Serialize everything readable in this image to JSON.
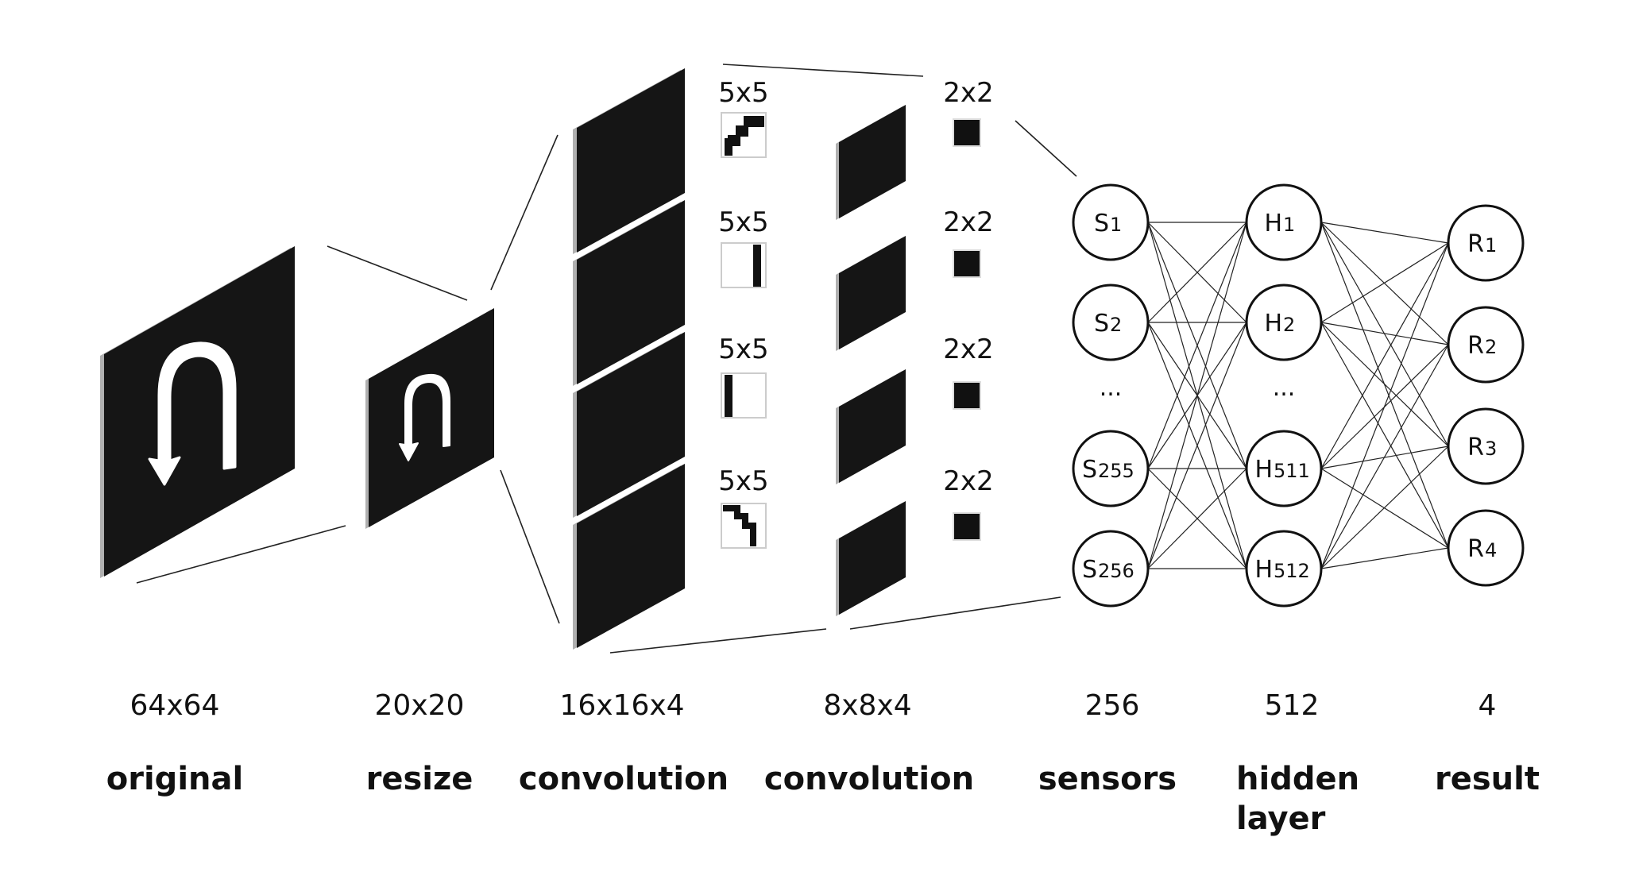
{
  "stages": [
    {
      "dims": "64x64",
      "caption": "original"
    },
    {
      "dims": "20x20",
      "caption": "resize"
    },
    {
      "dims": "16x16x4",
      "caption": "convolution"
    },
    {
      "dims": "8x8x4",
      "caption": "convolution"
    },
    {
      "dims": "256",
      "caption": "sensors"
    },
    {
      "dims": "512",
      "caption": "hidden",
      "caption_line2": "layer"
    },
    {
      "dims": "4",
      "caption": "result"
    }
  ],
  "filters": [
    {
      "label": "5x5",
      "pattern": "corner-step"
    },
    {
      "label": "5x5",
      "pattern": "vertical-right"
    },
    {
      "label": "5x5",
      "pattern": "vertical-left"
    },
    {
      "label": "5x5",
      "pattern": "diagonal-step"
    }
  ],
  "pools": [
    {
      "label": "2x2"
    },
    {
      "label": "2x2"
    },
    {
      "label": "2x2"
    },
    {
      "label": "2x2"
    }
  ],
  "sensors": {
    "nodes": [
      {
        "letter": "S",
        "sub": "1"
      },
      {
        "letter": "S",
        "sub": "2"
      },
      {
        "letter": "S",
        "sub": "255"
      },
      {
        "letter": "S",
        "sub": "256"
      }
    ],
    "ellipsis": "..."
  },
  "hidden": {
    "nodes": [
      {
        "letter": "H",
        "sub": "1"
      },
      {
        "letter": "H",
        "sub": "2"
      },
      {
        "letter": "H",
        "sub": "511"
      },
      {
        "letter": "H",
        "sub": "512"
      }
    ],
    "ellipsis": "..."
  },
  "result": {
    "nodes": [
      {
        "letter": "R",
        "sub": "1"
      },
      {
        "letter": "R",
        "sub": "2"
      },
      {
        "letter": "R",
        "sub": "3"
      },
      {
        "letter": "R",
        "sub": "4"
      }
    ]
  },
  "colors": {
    "panel": "#151515",
    "panel_edge": "#b0b0b0",
    "line": "#222222",
    "glyph": "#ffffff"
  },
  "icons": [
    "u-turn-arrow-glyph"
  ]
}
